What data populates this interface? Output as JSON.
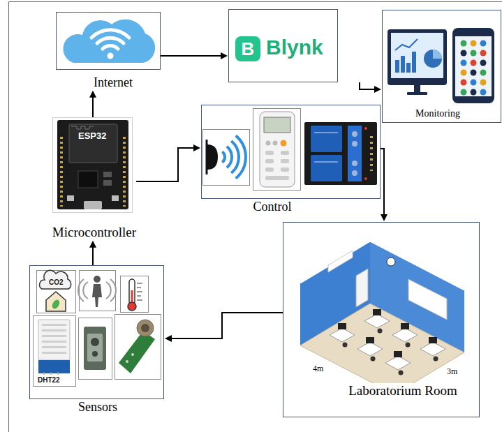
{
  "diagram": {
    "nodes": [
      {
        "text": [
          "Internet"
        ]
      },
      {
        "text": [
          "B",
          "Blynk"
        ]
      },
      {
        "text": [
          "Monitoring"
        ]
      },
      {
        "text": [
          "Microcontroller"
        ]
      },
      {
        "text": [
          "Control"
        ]
      },
      {
        "text": [
          "Laboratorium Room"
        ]
      },
      {
        "text": [
          "Sensors"
        ]
      }
    ],
    "edges": [
      {
        "from": 0,
        "to": 1,
        "arrow": "to"
      },
      {
        "from": 1,
        "to": 2,
        "arrow": "to"
      },
      {
        "from": 3,
        "to": 0,
        "arrow": "to"
      },
      {
        "from": 3,
        "to": 4,
        "arrow": "to"
      },
      {
        "from": 4,
        "to": 5,
        "arrow": "to"
      },
      {
        "from": 5,
        "to": 6,
        "arrow": "to"
      },
      {
        "from": 6,
        "to": 3,
        "arrow": "to"
      }
    ],
    "labels": [
      "ESP32",
      "CO2",
      "DHT22",
      "4m",
      "3m"
    ]
  }
}
